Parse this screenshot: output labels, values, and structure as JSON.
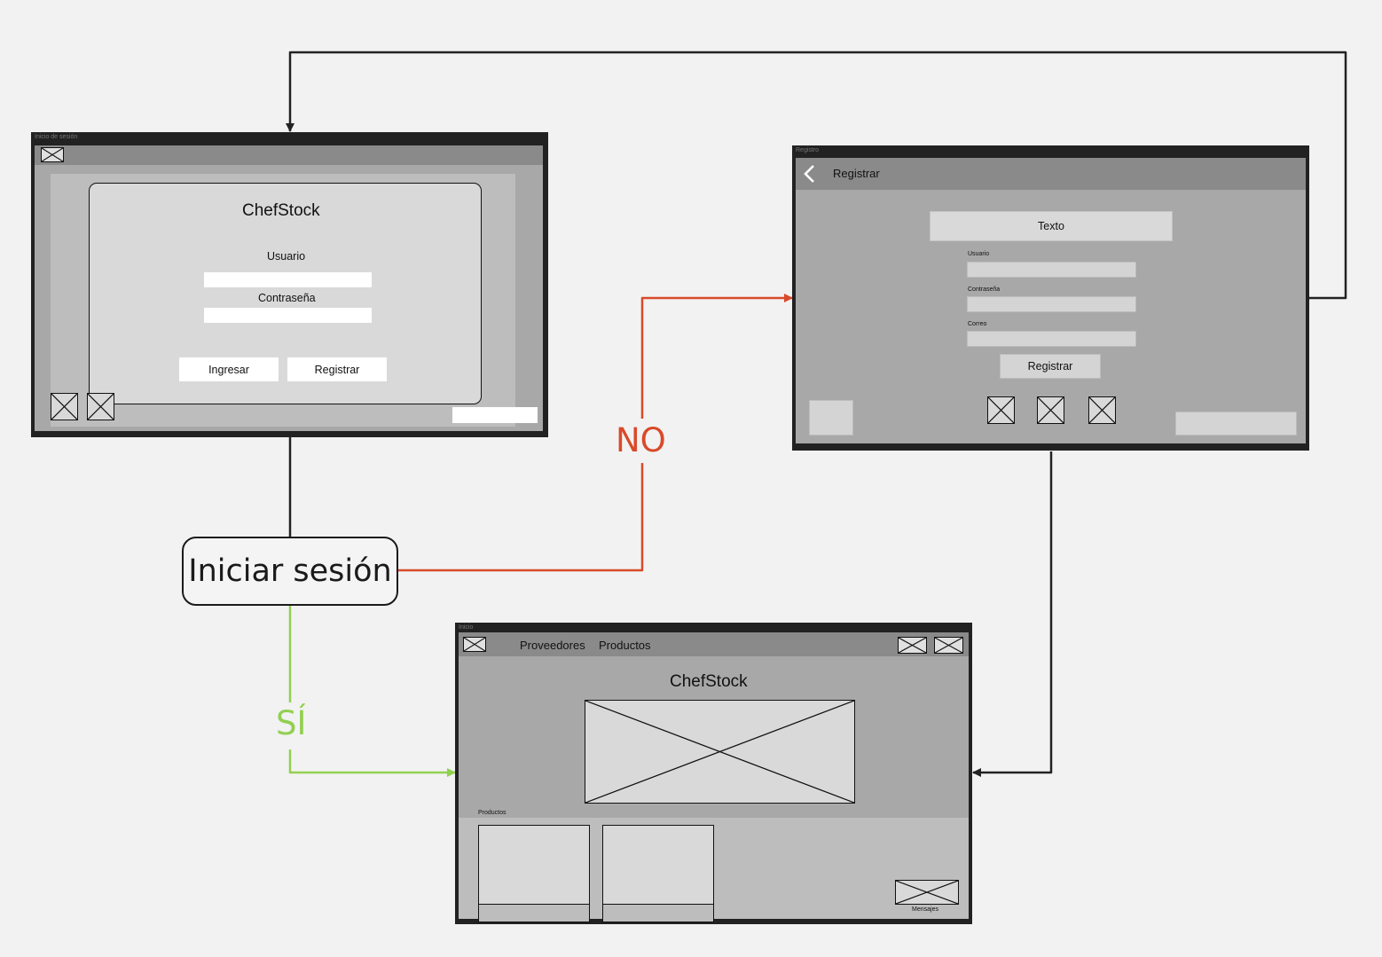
{
  "colors": {
    "background": "#f2f2f2",
    "no_arrow": "#d84a2a",
    "yes_arrow": "#92d050",
    "connector": "#222222",
    "frame": "#222222",
    "toolbar": "#8a8a8a",
    "panel": "#a8a8a8",
    "placeholder": "#d9d9d9"
  },
  "decision": {
    "label": "Iniciar sesión"
  },
  "edges": {
    "no_label": "NO",
    "yes_label": "SÍ"
  },
  "login_screen": {
    "window_title": "Inicio de sesión",
    "app_name": "ChefStock",
    "user_label": "Usuario",
    "password_label": "Contraseña",
    "login_button": "Ingresar",
    "register_button": "Registrar"
  },
  "register_screen": {
    "window_title": "Registro",
    "header_title": "Registrar",
    "text_box": "Texto",
    "user_label": "Usuario",
    "password_label": "Contraseña",
    "email_label": "Correo",
    "register_button": "Registrar"
  },
  "home_screen": {
    "window_title": "Inicio",
    "nav_suppliers": "Proveedores",
    "nav_products": "Productos",
    "app_name": "ChefStock",
    "products_section": "Productos",
    "messages_label": "Mensajes"
  },
  "icons": [
    "image-placeholder-icon",
    "envelope-icon",
    "back-chevron-icon"
  ]
}
